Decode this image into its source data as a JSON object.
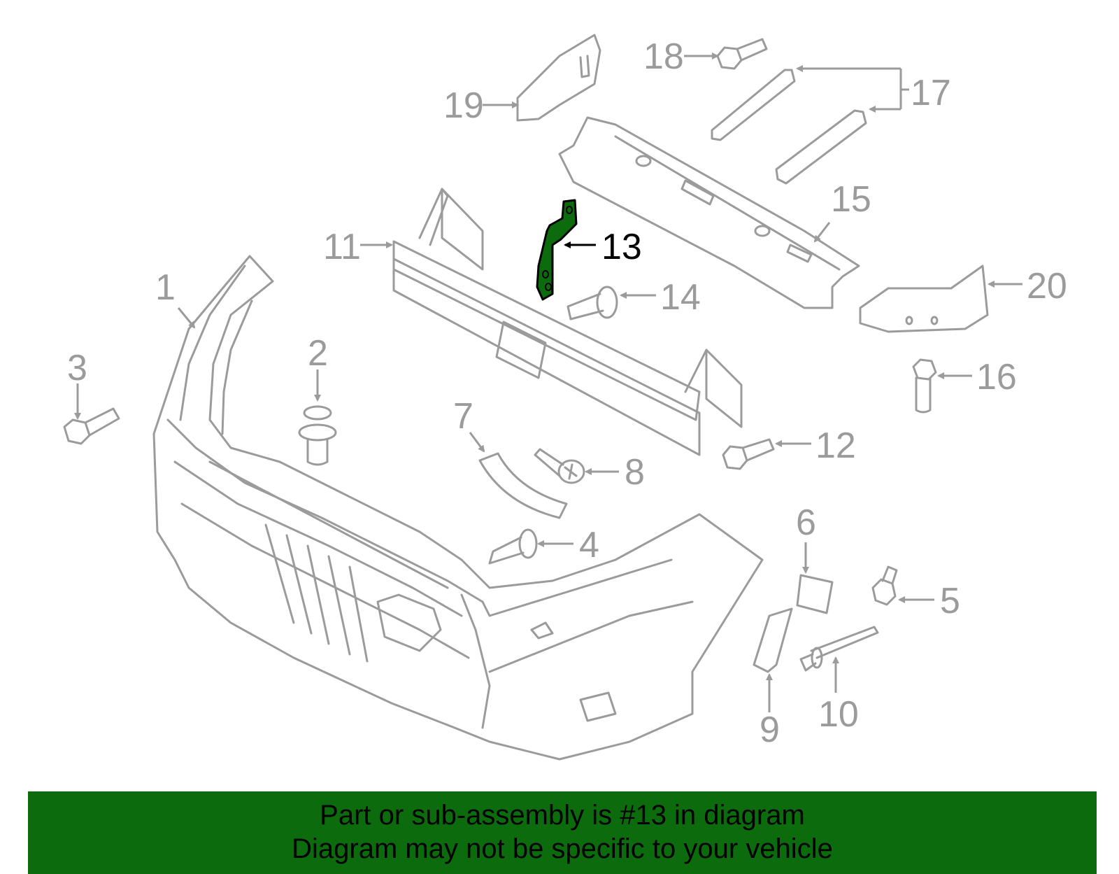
{
  "highlight_color": "#0c6b0c",
  "line_color": "#9b9b9b",
  "highlighted_part": "13",
  "callouts": {
    "c1": "1",
    "c2": "2",
    "c3": "3",
    "c4": "4",
    "c5": "5",
    "c6": "6",
    "c7": "7",
    "c8": "8",
    "c9": "9",
    "c10": "10",
    "c11": "11",
    "c12": "12",
    "c13": "13",
    "c14": "14",
    "c15": "15",
    "c16": "16",
    "c17": "17",
    "c18": "18",
    "c19": "19",
    "c20": "20"
  },
  "banner": {
    "line1": "Part or sub-assembly is #13 in diagram",
    "line2": "Diagram may not be specific to your vehicle"
  }
}
